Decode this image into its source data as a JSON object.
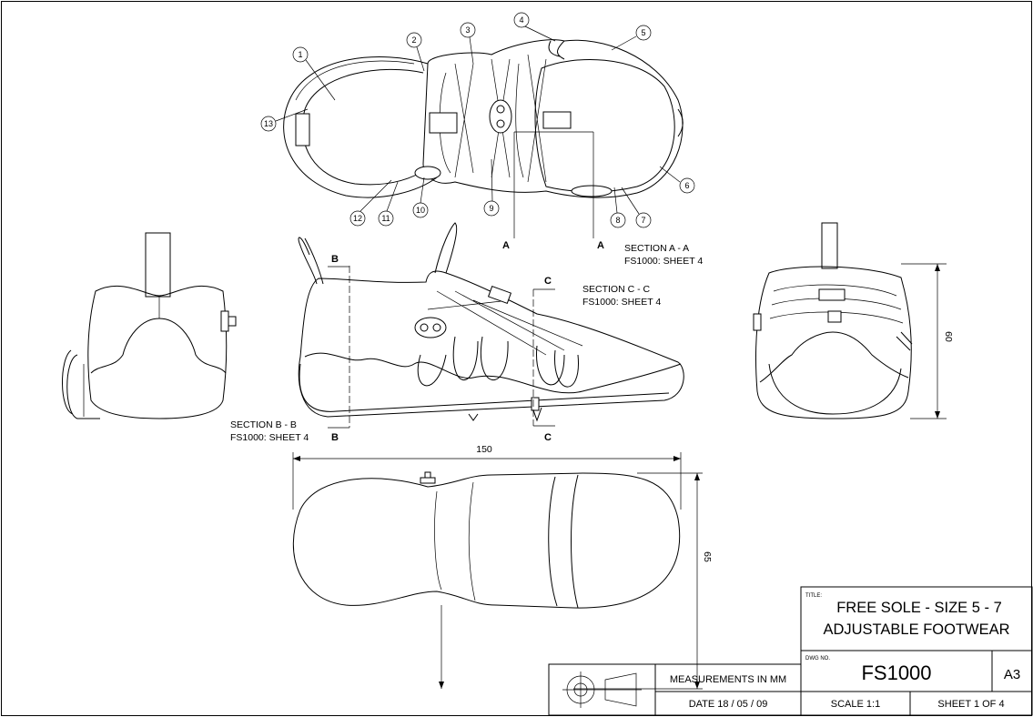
{
  "title_block": {
    "title_caption": "TITLE:",
    "title_line1": "FREE SOLE - SIZE 5 - 7",
    "title_line2": "ADJUSTABLE FOOTWEAR",
    "dwg_caption": "DWG NO.",
    "dwg_no": "FS1000",
    "sheet_size": "A3",
    "units": "MEASUREMENTS IN MM",
    "date": "DATE 18 / 05 / 09",
    "scale": "SCALE 1:1",
    "sheet": "SHEET 1 OF 4"
  },
  "balloons": [
    "1",
    "2",
    "3",
    "4",
    "5",
    "6",
    "7",
    "8",
    "9",
    "10",
    "11",
    "12",
    "13"
  ],
  "sections": {
    "a_marker": "A",
    "a_title": "SECTION A - A",
    "a_ref": "FS1000: SHEET 4",
    "b_marker": "B",
    "b_title": "SECTION B - B",
    "b_ref": "FS1000: SHEET 4",
    "c_marker": "C",
    "c_title": "SECTION C - C",
    "c_ref": "FS1000: SHEET 4"
  },
  "dimensions": {
    "length": "150",
    "width": "65",
    "height": "60"
  }
}
